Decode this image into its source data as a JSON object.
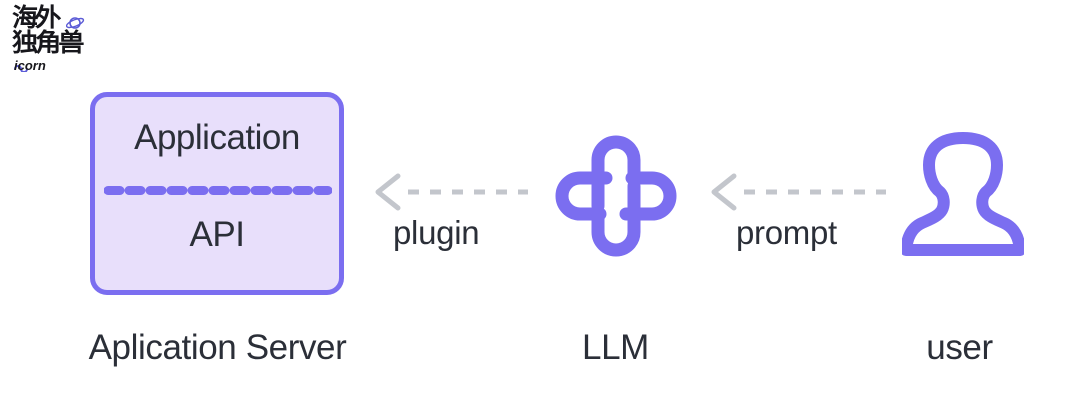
{
  "watermark": {
    "cn_text": "海外\n独角兽",
    "brand": "icorn",
    "planet_icon": "planet-icon",
    "mark_icon": "infinity-mark-icon"
  },
  "diagram": {
    "type": "flow",
    "direction": "right-to-left",
    "nodes": [
      {
        "id": "app-server",
        "caption": "Aplication Server",
        "box": {
          "top_label": "Application",
          "bottom_label": "API",
          "divider": "dashed",
          "fill_color": "#e8dffb",
          "border_color": "#7b6ef0"
        }
      },
      {
        "id": "llm",
        "caption": "LLM",
        "icon": "llm-knot-icon",
        "icon_color": "#7b6ef0"
      },
      {
        "id": "user",
        "caption": "user",
        "icon": "user-avatar-icon",
        "icon_color": "#7b6ef0"
      }
    ],
    "edges": [
      {
        "id": "plugin-edge",
        "label": "plugin",
        "from": "llm",
        "to": "app-server",
        "style": "dashed",
        "color": "#c3c6cc"
      },
      {
        "id": "prompt-edge",
        "label": "prompt",
        "from": "user",
        "to": "llm",
        "style": "dashed",
        "color": "#c3c6cc"
      }
    ]
  }
}
